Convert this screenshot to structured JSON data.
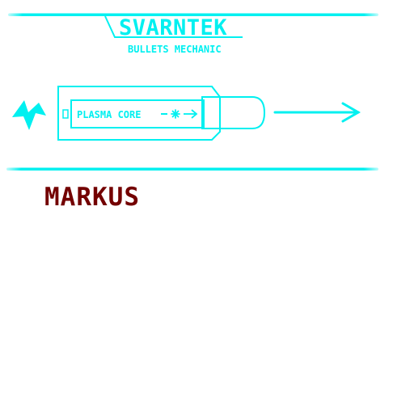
{
  "title": "SVARNTEK",
  "subtitle": "BULLETS MECHANIC",
  "core_label": "PLASMA CORE",
  "author": "MARKUS",
  "icons": {
    "muzzle": "lightning-zigzag-icon",
    "spark": "spark-icon",
    "arrow": "right-arrow-icon"
  },
  "colors": {
    "accent": "#00f0f0",
    "author": "#730000",
    "background": "#ffffff"
  }
}
